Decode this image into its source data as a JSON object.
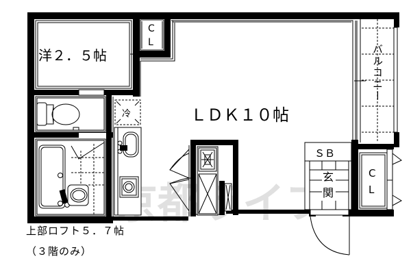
{
  "floorplan": {
    "rooms": {
      "western_room": {
        "label": "洋２．５帖"
      },
      "ldk": {
        "label": "ＬＤＫ１０帖"
      },
      "closet_top": {
        "label_c": "C",
        "label_l": "L"
      },
      "closet_right": {
        "label_c": "C",
        "label_l": "L"
      },
      "balcony": {
        "label": "バルコニー"
      },
      "shoebox": {
        "label": "ＳＢ"
      },
      "entrance": {
        "label_1": "玄",
        "label_2": "関"
      },
      "refrigerator": {
        "label": "冷"
      }
    },
    "notes": {
      "loft": "上部ロフト５．７帖",
      "floor_only": "（３階のみ）"
    },
    "watermark": "京都ライフ",
    "colors": {
      "wall": "#000000",
      "background": "#ffffff",
      "watermark": "#c8c8c8"
    }
  }
}
